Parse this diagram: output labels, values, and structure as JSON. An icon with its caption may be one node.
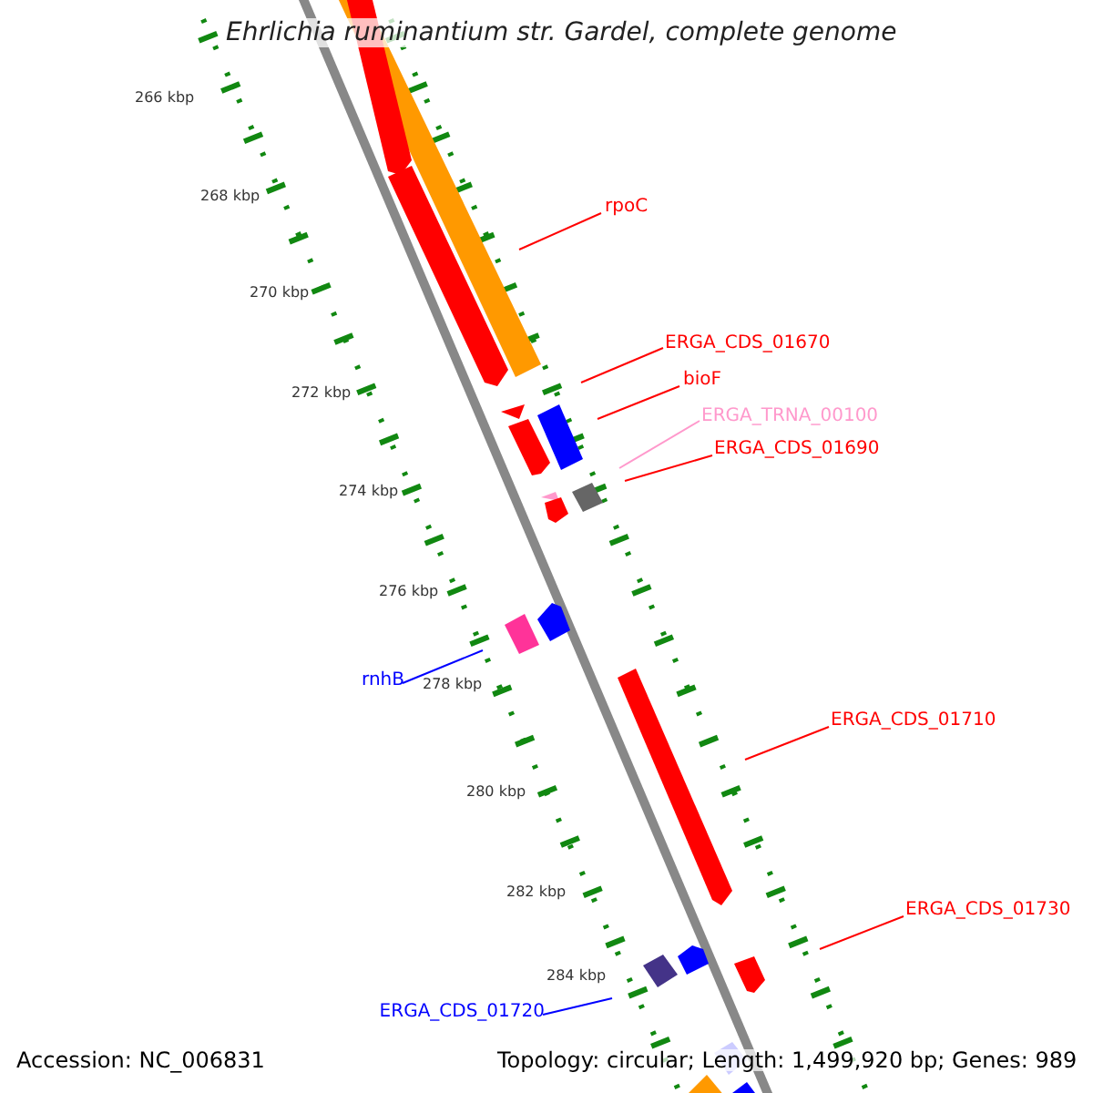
{
  "diagram": {
    "title": "Ehrlichia ruminantium str. Gardel, complete genome",
    "nodes": [
      {
        "text": [
          "rpoC"
        ]
      },
      {
        "text": [
          "ERGA_CDS_01670"
        ]
      },
      {
        "text": [
          "bioF"
        ]
      },
      {
        "text": [
          "ERGA_TRNA_00100"
        ]
      },
      {
        "text": [
          "ERGA_CDS_01690"
        ]
      },
      {
        "text": [
          "rnhB"
        ]
      },
      {
        "text": [
          "ERGA_CDS_01710"
        ]
      },
      {
        "text": [
          "ERGA_CDS_01730"
        ]
      },
      {
        "text": [
          "ERGA_CDS_01720"
        ]
      }
    ],
    "edges": [
      {
        "from": 0,
        "to": null,
        "arrow": "none"
      },
      {
        "from": 1,
        "to": null,
        "arrow": "none"
      },
      {
        "from": 2,
        "to": null,
        "arrow": "none"
      },
      {
        "from": 3,
        "to": null,
        "arrow": "none",
        "color": "#ff99cc"
      },
      {
        "from": 4,
        "to": null,
        "arrow": "none"
      },
      {
        "from": 5,
        "to": null,
        "arrow": "none",
        "color": "#0000ff"
      },
      {
        "from": 6,
        "to": null,
        "arrow": "none"
      },
      {
        "from": 7,
        "to": null,
        "arrow": "none"
      },
      {
        "from": 8,
        "to": null,
        "arrow": "none",
        "color": "#0000ff"
      }
    ],
    "labels": [
      "266 kbp",
      "268 kbp",
      "270 kbp",
      "272 kbp",
      "274 kbp",
      "276 kbp",
      "278 kbp",
      "280 kbp",
      "282 kbp",
      "284 kbp",
      "Accession: NC_006831",
      "Topology: circular; Length: 1,499,920 bp; Genes: 989"
    ]
  }
}
